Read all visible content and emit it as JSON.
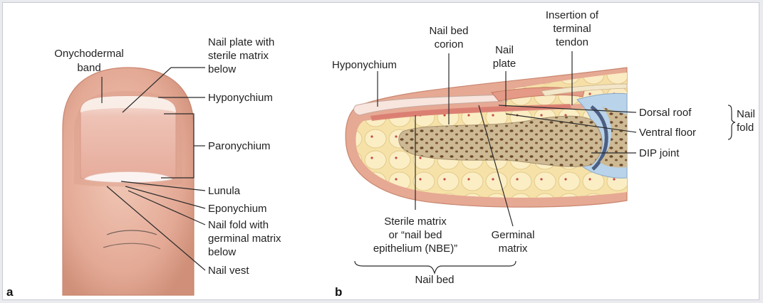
{
  "panel_a": {
    "tag": "a",
    "labels": {
      "onychodermal_band": [
        "Onychodermal",
        "band"
      ],
      "nail_plate": [
        "Nail plate with",
        "sterile matrix",
        "below"
      ],
      "hyponychium": [
        "Hyponychium"
      ],
      "paronychium": [
        "Paronychium"
      ],
      "lunula": [
        "Lunula"
      ],
      "eponychium": [
        "Eponychium"
      ],
      "nail_fold": [
        "Nail fold with",
        "germinal matrix",
        "below"
      ],
      "nail_vest": [
        "Nail vest"
      ]
    }
  },
  "panel_b": {
    "tag": "b",
    "labels": {
      "hyponychium": [
        "Hyponychium"
      ],
      "nail_bed_corion": [
        "Nail bed",
        "corion"
      ],
      "nail_plate": [
        "Nail",
        "plate"
      ],
      "insertion": [
        "Insertion of",
        "terminal",
        "tendon"
      ],
      "dorsal_roof": [
        "Dorsal roof"
      ],
      "ventral_floor": [
        "Ventral floor"
      ],
      "nail_fold": [
        "Nail",
        "fold"
      ],
      "dip_joint": [
        "DIP joint"
      ],
      "sterile_matrix": [
        "Sterile matrix",
        "or “nail bed",
        "epithelium (NBE)”"
      ],
      "germinal_matrix": [
        "Germinal",
        "matrix"
      ],
      "nail_bed": [
        "Nail bed"
      ]
    }
  },
  "colors": {
    "skin": "#e8b5a2",
    "skin_dark": "#cf8f78",
    "nail": "#f4d6cc",
    "fat": "#f6e2a8",
    "bone": "#c9b48e",
    "joint": "#b9d3ea"
  }
}
